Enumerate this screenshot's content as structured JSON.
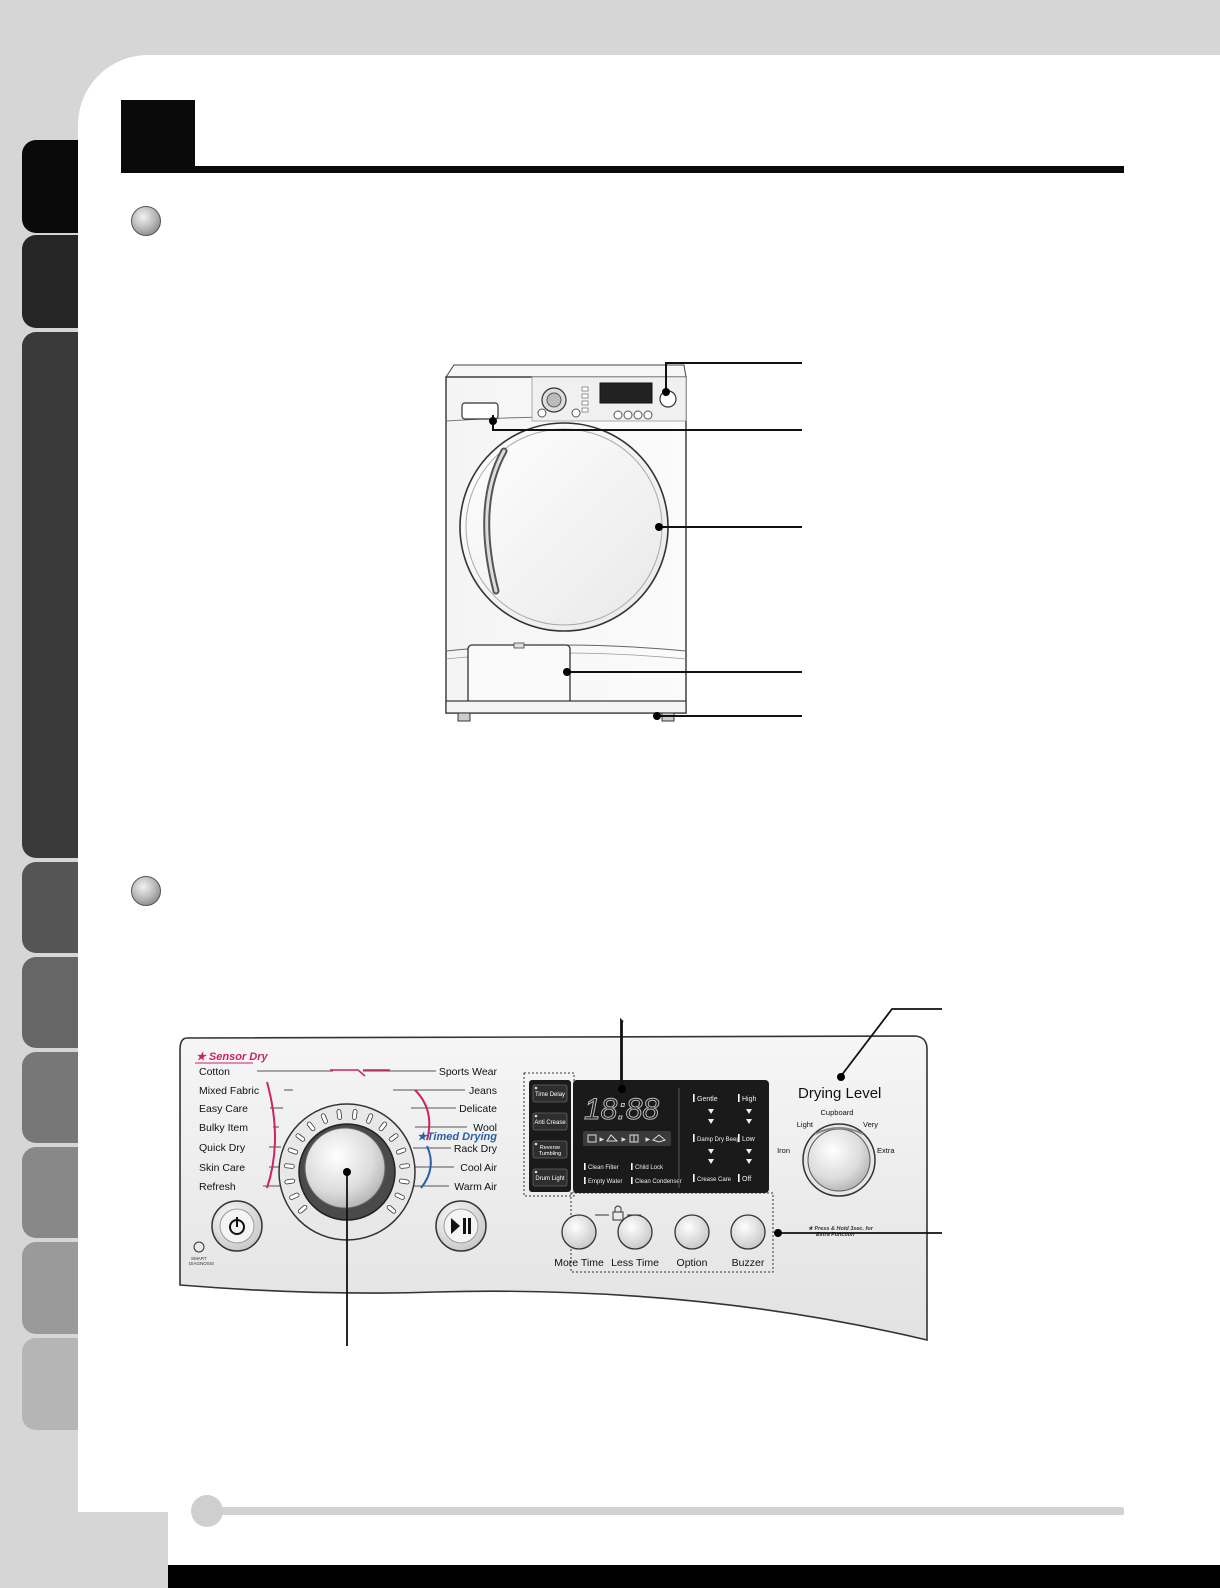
{
  "colors": {
    "background": "#d6d6d6",
    "page": "#ffffff",
    "sensor_accent": "#cc2266",
    "timed_accent": "#2a5fa8",
    "display_bg": "#1a1a1a"
  },
  "side_tabs": [
    {
      "color": "#0a0a0a"
    },
    {
      "color": "#262626"
    },
    {
      "color": "#3a3a3a"
    },
    {
      "color": "#555555"
    },
    {
      "color": "#666666"
    },
    {
      "color": "#777777"
    },
    {
      "color": "#888888"
    },
    {
      "color": "#9a9a9a"
    },
    {
      "color": "#b5b5b5"
    }
  ],
  "control_panel": {
    "sensor_header": "Sensor Dry",
    "timed_header": "Timed Drying",
    "left_programs": [
      "Cotton",
      "Mixed Fabric",
      "Easy Care",
      "Bulky Item",
      "Quick Dry",
      "Skin Care",
      "Refresh"
    ],
    "right_programs": [
      "Sports Wear",
      "Jeans",
      "Delicate",
      "Wool",
      "Rack Dry",
      "Cool Air",
      "Warm Air"
    ],
    "side_buttons": [
      "Time Delay",
      "Anti Crease",
      "Reverse Tumbling",
      "Drum Light"
    ],
    "display_digits": "18:88",
    "status_labels": [
      "Clean Filter",
      "Child Lock",
      "Empty Water",
      "Clean Condenser"
    ],
    "level_rows": [
      [
        "Gentle",
        "High"
      ],
      [
        "Damp Dry Beep",
        "Low"
      ],
      [
        "Crease Care",
        "Off"
      ]
    ],
    "lock_icon": "child-lock-icon",
    "buttons": [
      "More Time",
      "Less Time",
      "Option",
      "Buzzer"
    ],
    "power_icon": "power-icon",
    "start_icon": "play-pause-icon",
    "drying_level_title": "Drying Level",
    "drying_levels": [
      "Iron",
      "Light",
      "Cupboard",
      "Very",
      "Extra"
    ],
    "footnote_line1": "Press & Hold 3sec. for",
    "footnote_line2": "Extra Function",
    "logo_text_line1": "SMART",
    "logo_text_line2": "DIAGNOSIS"
  }
}
